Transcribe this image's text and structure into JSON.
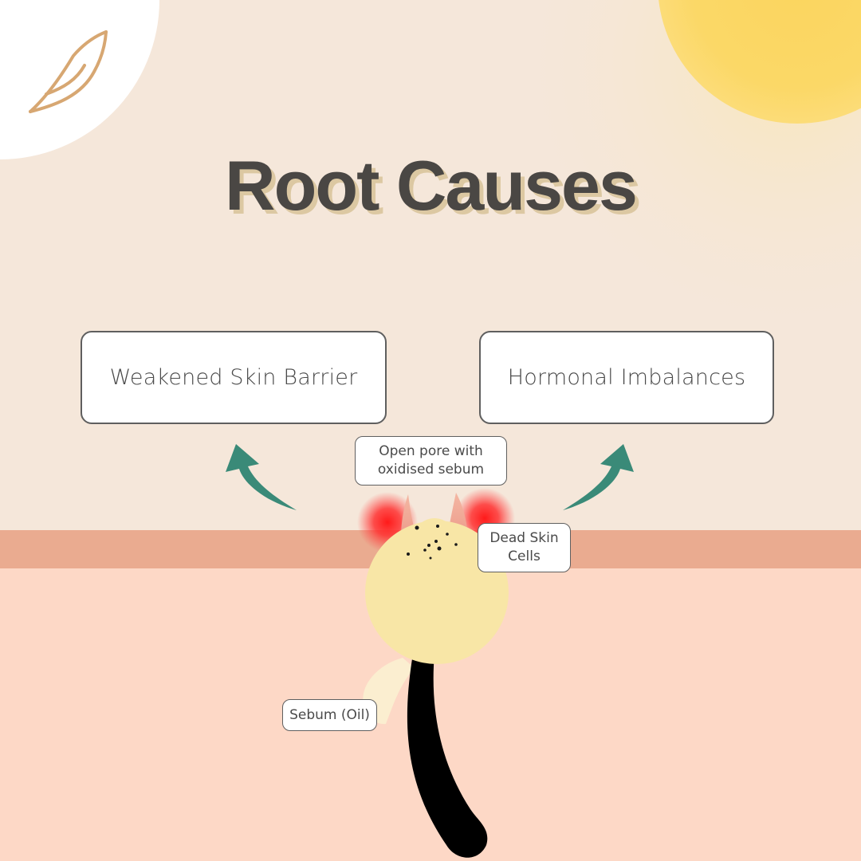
{
  "title": "Root Causes",
  "causes": {
    "left": "Weakened Skin Barrier",
    "right": "Hormonal Imbalances"
  },
  "labels": {
    "open_pore_line1": "Open pore with",
    "open_pore_line2": "oxidised sebum",
    "dead_skin_line1": "Dead Skin",
    "dead_skin_line2": "Cells",
    "sebum": "Sebum (Oil)"
  },
  "icons": {
    "logo": "leaf-logo-icon",
    "arrows": "curved-arrow-up-icon"
  },
  "colors": {
    "background_top": "#f5e7da",
    "skin_surface": "#eaab90",
    "skin_deep": "#fdd8c6",
    "sun": "#fbd55f",
    "arrow": "#3a8a78",
    "follicle": "#f8e6a6",
    "inflammation": "#ff2a2a",
    "hair": "#000000",
    "logo": "#d7a772"
  }
}
